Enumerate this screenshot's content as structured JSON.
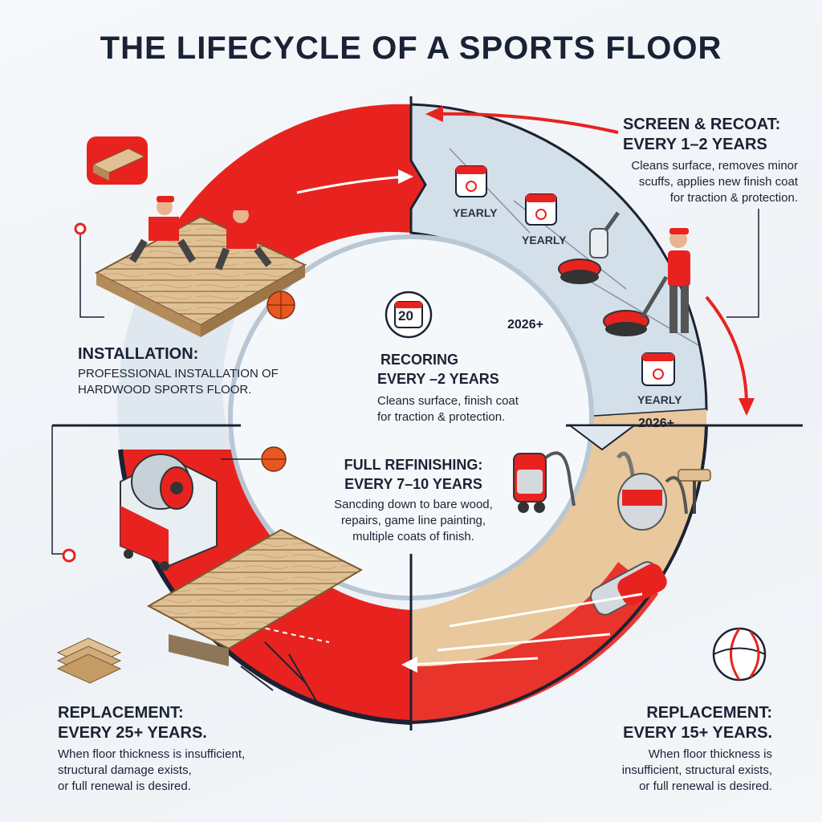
{
  "title": "THE LIFECYCLE OF A SPORTS FLOOR",
  "installation": {
    "heading": "INSTALLATION:",
    "desc_lines": [
      "PROFESSIONAL INSTALLATION OF",
      "HARDWOOD SPORTS FLOOR."
    ]
  },
  "screen_recoat": {
    "heading_lines": [
      "SCREEN & RECOAT:",
      "EVERY 1–2 YEARS"
    ],
    "desc_lines": [
      "Cleans surface, removes minor",
      "scuffs, applies new finish coat",
      "for traction & protection."
    ]
  },
  "recoring": {
    "heading_lines": [
      "RECORING",
      "EVERY –2 YEARS"
    ],
    "desc_lines": [
      "Cleans surface, finish coat",
      "for traction & protection."
    ]
  },
  "full_refinishing": {
    "heading_lines": [
      "FULL REFINISHING:",
      "EVERY 7–10 YEARS"
    ],
    "desc_lines": [
      "Sancding down to bare wood,",
      "repairs, game line painting,",
      "multiple coats of finish."
    ]
  },
  "replacement_left": {
    "heading_lines": [
      "REPLACEMENT:",
      "EVERY 25+ YEARS."
    ],
    "desc_lines": [
      "When floor thickness is insufficient,",
      "structural damage exists,",
      "or full renewal is desired."
    ]
  },
  "replacement_right": {
    "heading_lines": [
      "REPLACEMENT:",
      "EVERY 15+ YEARS."
    ],
    "desc_lines": [
      "When floor thickness is",
      "insufficient, structural exists,",
      "or full renewal is desired."
    ]
  },
  "calendars": [
    {
      "label": "YEARLY"
    },
    {
      "label": "YEARLY"
    },
    {
      "label": "YEARLY"
    }
  ],
  "calendar_center_number": "20",
  "year_labels": [
    "2026+",
    "2026+"
  ],
  "colors": {
    "accent": "#e8231f",
    "navy": "#1b2233",
    "wood": "#d9b98a",
    "ring_light": "#d7e2ec"
  }
}
